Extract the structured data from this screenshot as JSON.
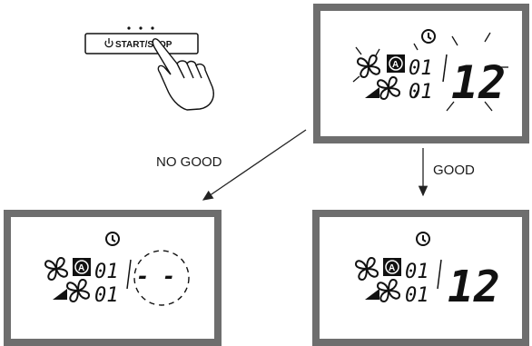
{
  "button": {
    "label": "START/STOP",
    "power_icon": "power-icon"
  },
  "labels": {
    "no_good": "NO GOOD",
    "good": "GOOD"
  },
  "display": {
    "top_row_digits": "01",
    "bottom_row_digits": "01",
    "timer_value": "12",
    "timer_blank": "- -",
    "auto_badge": "A",
    "icons": [
      "fan-icon",
      "auto-mode-icon",
      "timer-clock-icon",
      "fan-speed-icon",
      "flashing-indicator-icon"
    ]
  },
  "colors": {
    "panel_border": "#6e6e6e",
    "panel_fill": "#ffffff",
    "ink": "#111111"
  }
}
